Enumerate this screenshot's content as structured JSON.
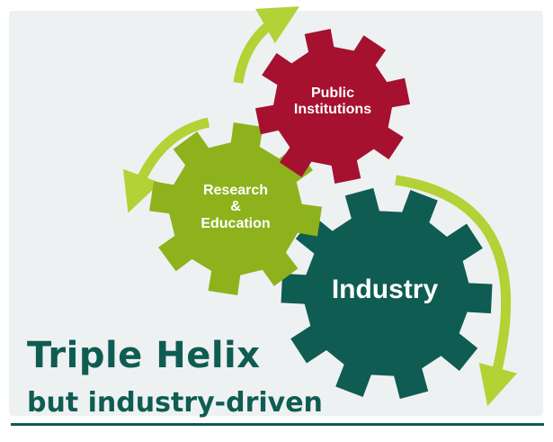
{
  "colors": {
    "public_gear": "#a5112f",
    "research_gear": "#8db21c",
    "industry_gear": "#0f5c52",
    "arrow": "#b2d235",
    "text_dark": "#0f5c52"
  },
  "gears": {
    "public": {
      "line1": "Public",
      "line2": "Institutions"
    },
    "research": {
      "line1": "Research",
      "line2": "&",
      "line3": "Education"
    },
    "industry": {
      "label": "Industry"
    }
  },
  "heading": {
    "title": "Triple Helix",
    "subtitle": "but industry-driven"
  }
}
